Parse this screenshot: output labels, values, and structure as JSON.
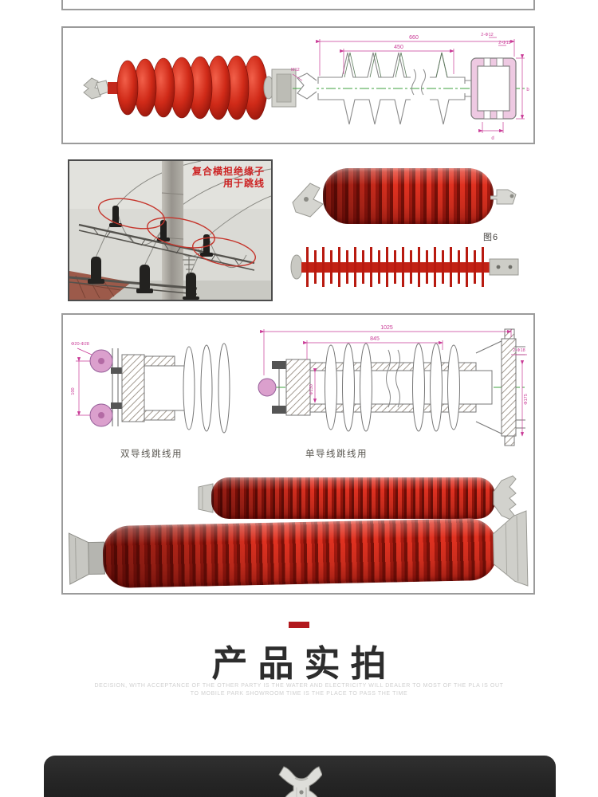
{
  "colors": {
    "accent_red": "#b2181d",
    "insulator_red": "#d9291a",
    "dimension_magenta": "#c93a96",
    "centerline_green": "#3fa23f",
    "border_gray": "#9b9b9b",
    "annotation_red": "#cc2222",
    "panel_dark": "#262626"
  },
  "figure1": {
    "dims": {
      "overall": "660",
      "sheds": "450",
      "holes_a": "2-Φ12",
      "holes_b": "2-Φ12",
      "height": "b",
      "width": "d",
      "thread": "M12"
    }
  },
  "installation": {
    "caption_line1": "复合横担绝缘子",
    "caption_line2": "用于跳线"
  },
  "figure_label": "图6",
  "figure2": {
    "label_double": "双导线跳线用",
    "label_single": "单导线跳线用",
    "dims": {
      "overall": "1025",
      "sheds": "845",
      "left_top": "Φ20-Φ28",
      "left_height": "100",
      "right_holes": "2-Φ18",
      "right_height": "Φ175",
      "core": "Φ130"
    }
  },
  "product_section": {
    "title": "产品实拍",
    "subtitle_line1": "DECISION, WITH ACCEPTANCE OF THE OTHER PARTY IS THE WATER AND ELECTRICITY WILL DEALER TO MOST OF THE PLA IS OUT",
    "subtitle_line2": "TO MOBILE PARK SHOWROOM TIME IS THE PLACE TO PASS THE TIME"
  }
}
